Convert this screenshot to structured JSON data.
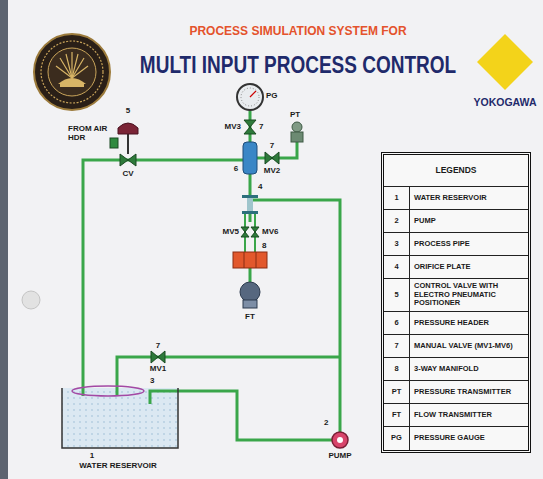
{
  "diagram": {
    "title": "MULTI INPUT PROCESS CONTROL",
    "labels": [
      "PROCESS SIMULATION SYSTEM FOR",
      "YOKOGAWA",
      "PG",
      "5",
      "FROM AIR HDR",
      "MV3",
      "7",
      "PT",
      "7",
      "CV",
      "6",
      "MV2",
      "4",
      "MV5",
      "MV6",
      "8",
      "FT",
      "7",
      "MV1",
      "3",
      "2",
      "PUMP",
      "1",
      "WATER RESERVOIR",
      "LEGENDS",
      "1",
      "WATER RESERVOIR",
      "2",
      "PUMP",
      "3",
      "PROCESS PIPE",
      "4",
      "ORIFICE PLATE",
      "5",
      "CONTROL VALVE WITH ELECTRO PNEUMATIC POSITIONER",
      "6",
      "PRESSURE HEADER",
      "7",
      "MANUAL VALVE (MV1-MV6)",
      "8",
      "3-WAY MANIFOLD",
      "PT",
      "PRESSURE TRANSMITTER",
      "FT",
      "FLOW TRANSMITTER",
      "PG",
      "PRESSURE GAUGE"
    ]
  }
}
